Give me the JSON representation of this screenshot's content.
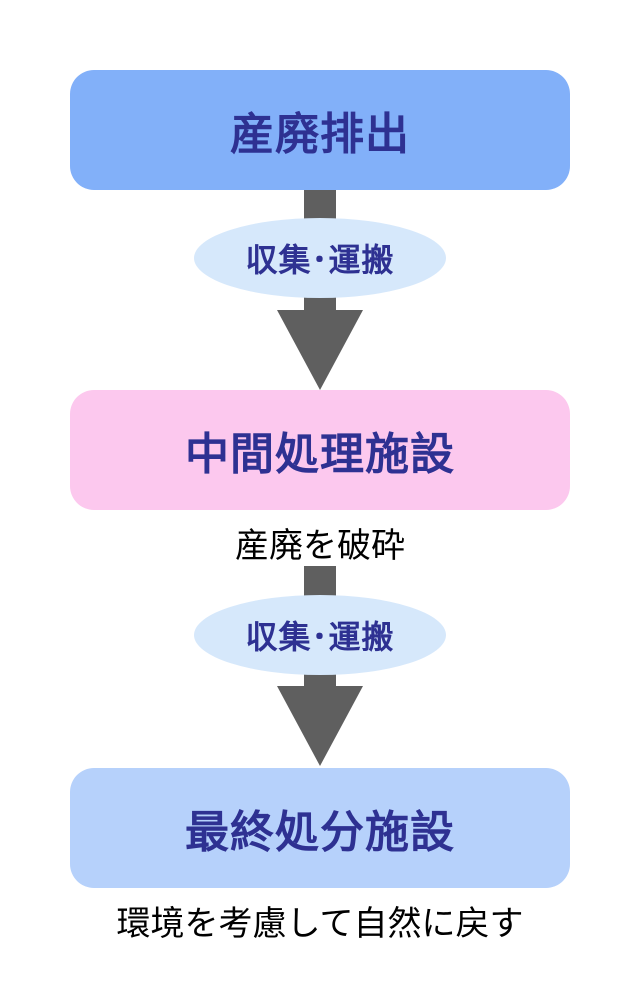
{
  "flow": {
    "step1": "産廃排出",
    "transport1": "収集･運搬",
    "step2": "中間処理施設",
    "step2_note": "産廃を破砕",
    "transport2": "収集･運搬",
    "step3": "最終処分施設",
    "step3_note": "環境を考慮して自然に戻す"
  },
  "colors": {
    "box1": "#82b0f9",
    "box2": "#fcc8ee",
    "box3": "#b6d1fb",
    "ellipse": "#d6e8fb",
    "arrow": "#5f5f5f",
    "label_text": "#2e3192"
  }
}
